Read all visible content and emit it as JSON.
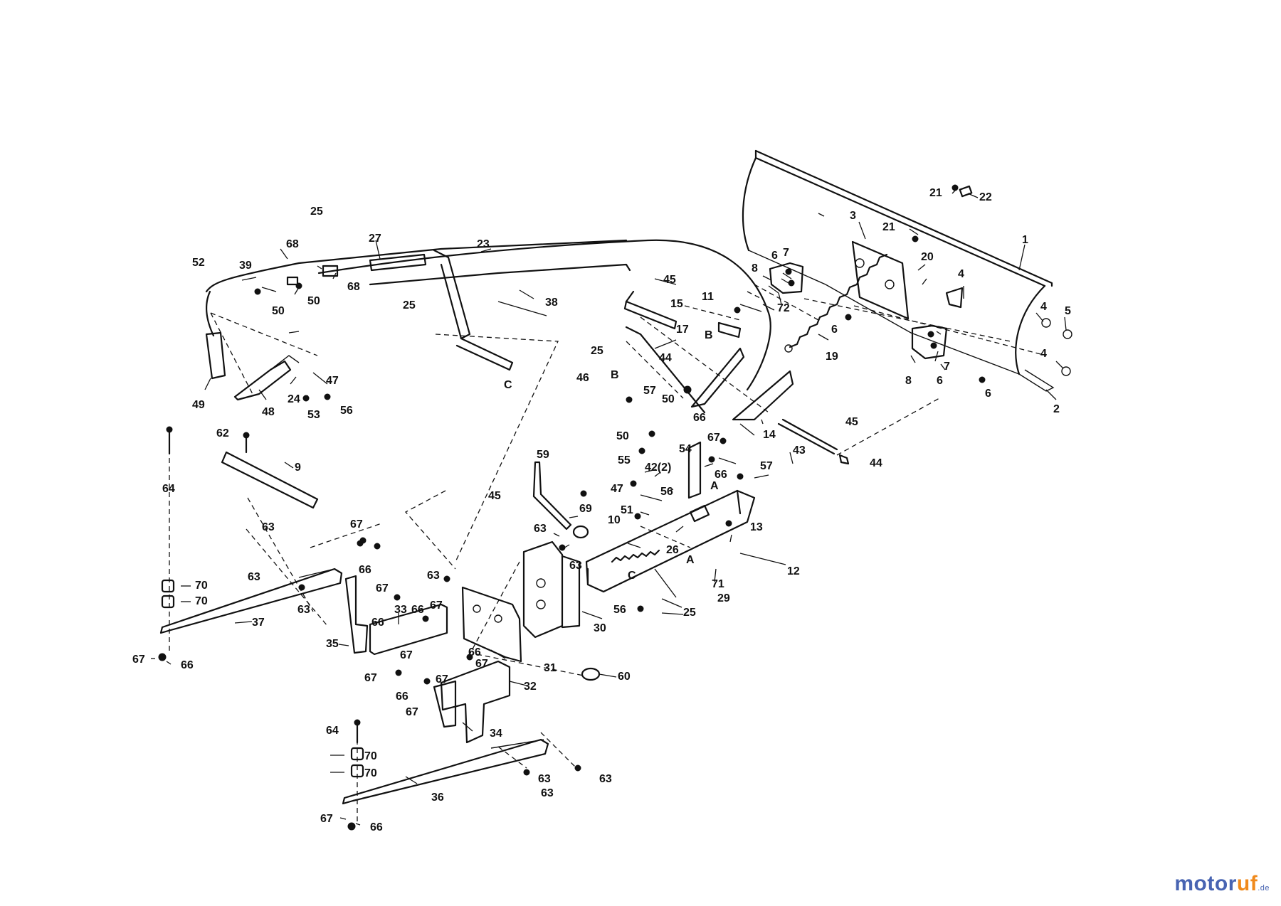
{
  "diagram": {
    "labels": [
      {
        "id": "l1",
        "text": "1"
      },
      {
        "id": "l2",
        "text": "2"
      },
      {
        "id": "l3",
        "text": "3"
      },
      {
        "id": "l4a",
        "text": "4"
      },
      {
        "id": "l4b",
        "text": "4"
      },
      {
        "id": "l4c",
        "text": "4"
      },
      {
        "id": "l5",
        "text": "5"
      },
      {
        "id": "l6a",
        "text": "6"
      },
      {
        "id": "l6b",
        "text": "6"
      },
      {
        "id": "l6c",
        "text": "6"
      },
      {
        "id": "l6d",
        "text": "6"
      },
      {
        "id": "l7a",
        "text": "7"
      },
      {
        "id": "l7b",
        "text": "7"
      },
      {
        "id": "l8a",
        "text": "8"
      },
      {
        "id": "l8b",
        "text": "8"
      },
      {
        "id": "l9",
        "text": "9"
      },
      {
        "id": "l10",
        "text": "10"
      },
      {
        "id": "l11",
        "text": "11"
      },
      {
        "id": "l12",
        "text": "12"
      },
      {
        "id": "l13",
        "text": "13"
      },
      {
        "id": "l14",
        "text": "14"
      },
      {
        "id": "l15",
        "text": "15"
      },
      {
        "id": "l17",
        "text": "17"
      },
      {
        "id": "l19",
        "text": "19"
      },
      {
        "id": "l20",
        "text": "20"
      },
      {
        "id": "l21a",
        "text": "21"
      },
      {
        "id": "l21b",
        "text": "21"
      },
      {
        "id": "l22",
        "text": "22"
      },
      {
        "id": "l23",
        "text": "23"
      },
      {
        "id": "l24",
        "text": "24"
      },
      {
        "id": "l25a",
        "text": "25"
      },
      {
        "id": "l25b",
        "text": "25"
      },
      {
        "id": "l25c",
        "text": "25"
      },
      {
        "id": "l25d",
        "text": "25"
      },
      {
        "id": "l26",
        "text": "26"
      },
      {
        "id": "l27",
        "text": "27"
      },
      {
        "id": "l29",
        "text": "29"
      },
      {
        "id": "l30",
        "text": "30"
      },
      {
        "id": "l31",
        "text": "31"
      },
      {
        "id": "l32",
        "text": "32"
      },
      {
        "id": "l33",
        "text": "33"
      },
      {
        "id": "l34",
        "text": "34"
      },
      {
        "id": "l35",
        "text": "35"
      },
      {
        "id": "l36",
        "text": "36"
      },
      {
        "id": "l37",
        "text": "37"
      },
      {
        "id": "l38",
        "text": "38"
      },
      {
        "id": "l39",
        "text": "39"
      },
      {
        "id": "l42",
        "text": "42(2)"
      },
      {
        "id": "l43",
        "text": "43"
      },
      {
        "id": "l44a",
        "text": "44"
      },
      {
        "id": "l44b",
        "text": "44"
      },
      {
        "id": "l45a",
        "text": "45"
      },
      {
        "id": "l45b",
        "text": "45"
      },
      {
        "id": "l45c",
        "text": "45"
      },
      {
        "id": "l46",
        "text": "46"
      },
      {
        "id": "l47a",
        "text": "47"
      },
      {
        "id": "l47b",
        "text": "47"
      },
      {
        "id": "l48",
        "text": "48"
      },
      {
        "id": "l49",
        "text": "49"
      },
      {
        "id": "l50a",
        "text": "50"
      },
      {
        "id": "l50b",
        "text": "50"
      },
      {
        "id": "l50c",
        "text": "50"
      },
      {
        "id": "l50d",
        "text": "50"
      },
      {
        "id": "l51",
        "text": "51"
      },
      {
        "id": "l52",
        "text": "52"
      },
      {
        "id": "l53",
        "text": "53"
      },
      {
        "id": "l54",
        "text": "54"
      },
      {
        "id": "l55",
        "text": "55"
      },
      {
        "id": "l56a",
        "text": "56"
      },
      {
        "id": "l56b",
        "text": "56"
      },
      {
        "id": "l56c",
        "text": "56"
      },
      {
        "id": "l57a",
        "text": "57"
      },
      {
        "id": "l57b",
        "text": "57"
      },
      {
        "id": "l59",
        "text": "59"
      },
      {
        "id": "l60",
        "text": "60"
      },
      {
        "id": "l62",
        "text": "62"
      },
      {
        "id": "l63a",
        "text": "63"
      },
      {
        "id": "l63b",
        "text": "63"
      },
      {
        "id": "l63c",
        "text": "63"
      },
      {
        "id": "l63d",
        "text": "63"
      },
      {
        "id": "l63e",
        "text": "63"
      },
      {
        "id": "l63f",
        "text": "63"
      },
      {
        "id": "l63g",
        "text": "63"
      },
      {
        "id": "l63h",
        "text": "63"
      },
      {
        "id": "l63i",
        "text": "63"
      },
      {
        "id": "l64a",
        "text": "64"
      },
      {
        "id": "l64b",
        "text": "64"
      },
      {
        "id": "l66a",
        "text": "66"
      },
      {
        "id": "l66b",
        "text": "66"
      },
      {
        "id": "l66c",
        "text": "66"
      },
      {
        "id": "l66d",
        "text": "66"
      },
      {
        "id": "l66e",
        "text": "66"
      },
      {
        "id": "l66f",
        "text": "66"
      },
      {
        "id": "l66g",
        "text": "66"
      },
      {
        "id": "l66h",
        "text": "66"
      },
      {
        "id": "l66i",
        "text": "66"
      },
      {
        "id": "l67a",
        "text": "67"
      },
      {
        "id": "l67b",
        "text": "67"
      },
      {
        "id": "l67c",
        "text": "67"
      },
      {
        "id": "l67d",
        "text": "67"
      },
      {
        "id": "l67e",
        "text": "67"
      },
      {
        "id": "l67f",
        "text": "67"
      },
      {
        "id": "l67g",
        "text": "67"
      },
      {
        "id": "l67h",
        "text": "67"
      },
      {
        "id": "l67i",
        "text": "67"
      },
      {
        "id": "l67j",
        "text": "67"
      },
      {
        "id": "l67k",
        "text": "67"
      },
      {
        "id": "l68a",
        "text": "68"
      },
      {
        "id": "l68b",
        "text": "68"
      },
      {
        "id": "l69",
        "text": "69"
      },
      {
        "id": "l70a",
        "text": "70"
      },
      {
        "id": "l70b",
        "text": "70"
      },
      {
        "id": "l70c",
        "text": "70"
      },
      {
        "id": "l70d",
        "text": "70"
      },
      {
        "id": "l71",
        "text": "71"
      },
      {
        "id": "l72",
        "text": "72"
      },
      {
        "id": "lA1",
        "text": "A"
      },
      {
        "id": "lA2",
        "text": "A"
      },
      {
        "id": "lB1",
        "text": "B"
      },
      {
        "id": "lB2",
        "text": "B"
      },
      {
        "id": "lC1",
        "text": "C"
      },
      {
        "id": "lC2",
        "text": "C"
      }
    ]
  },
  "watermark": {
    "brand_blue": "motor",
    "brand_orange": "uf",
    "tld": ".de",
    "color_blue": "#4864b2",
    "color_orange": "#f08a1c"
  }
}
